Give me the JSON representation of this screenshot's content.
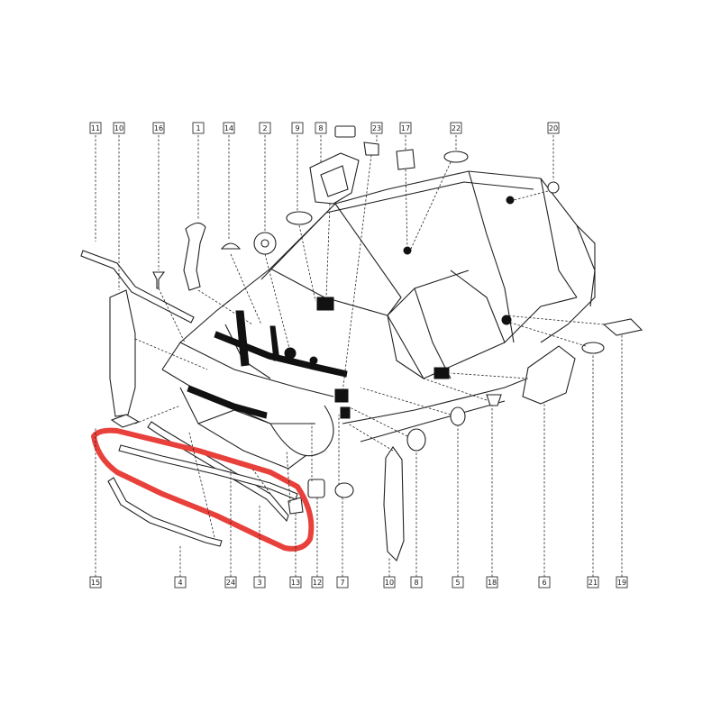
{
  "callouts_top": [
    "11",
    "10",
    "16",
    "1",
    "14",
    "2",
    "9",
    "8",
    "23",
    "17",
    "22",
    "20"
  ],
  "callouts_bottom": [
    "15",
    "4",
    "24",
    "3",
    "13",
    "12",
    "7",
    "10",
    "8",
    "5",
    "18",
    "6",
    "21",
    "19"
  ],
  "highlight_color": "#e8403a",
  "line_color": "#222222"
}
